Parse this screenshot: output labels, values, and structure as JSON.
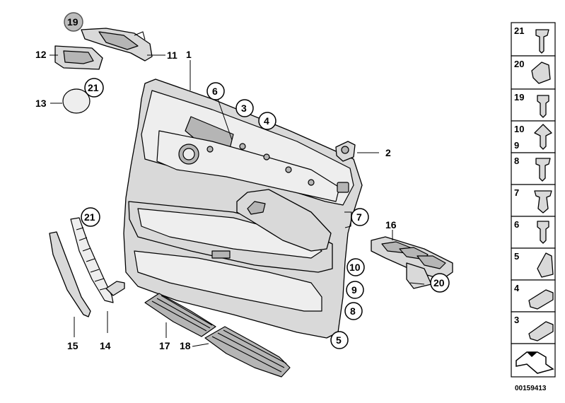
{
  "callouts": [
    {
      "id": "c1",
      "label": "1"
    },
    {
      "id": "c2",
      "label": "2"
    },
    {
      "id": "c3",
      "label": "3"
    },
    {
      "id": "c4",
      "label": "4"
    },
    {
      "id": "c5",
      "label": "5"
    },
    {
      "id": "c6",
      "label": "6"
    },
    {
      "id": "c7",
      "label": "7"
    },
    {
      "id": "c8",
      "label": "8"
    },
    {
      "id": "c9",
      "label": "9"
    },
    {
      "id": "c10",
      "label": "10"
    },
    {
      "id": "c11",
      "label": "11"
    },
    {
      "id": "c12",
      "label": "12"
    },
    {
      "id": "c13",
      "label": "13"
    },
    {
      "id": "c14",
      "label": "14"
    },
    {
      "id": "c15",
      "label": "15"
    },
    {
      "id": "c16",
      "label": "16"
    },
    {
      "id": "c17",
      "label": "17"
    },
    {
      "id": "c18",
      "label": "18"
    },
    {
      "id": "c19",
      "label": "19"
    },
    {
      "id": "c20",
      "label": "20"
    },
    {
      "id": "c21a",
      "label": "21"
    },
    {
      "id": "c21b",
      "label": "21"
    }
  ],
  "legend": {
    "cells": [
      {
        "label": "21"
      },
      {
        "label": "20"
      },
      {
        "label": "19"
      },
      {
        "label": "10",
        "label2": "9"
      },
      {
        "label": "8"
      },
      {
        "label": "7"
      },
      {
        "label": "6"
      },
      {
        "label": "5"
      },
      {
        "label": "4"
      },
      {
        "label": "3"
      },
      {
        "label": ""
      }
    ]
  },
  "doc_id": "00159413"
}
